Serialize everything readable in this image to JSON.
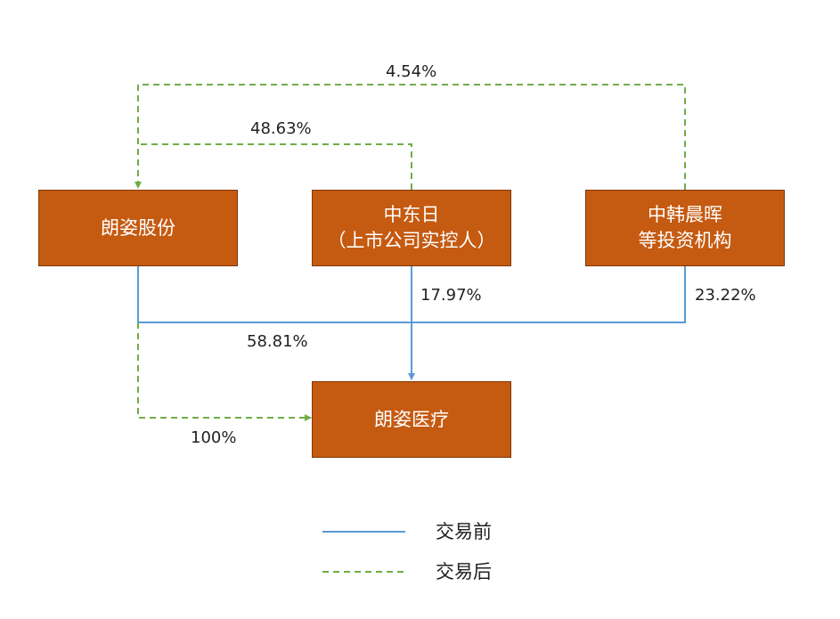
{
  "nodes": {
    "langzi_gufen": {
      "lines": [
        "朗姿股份"
      ]
    },
    "zhongdongri": {
      "lines": [
        "中东日",
        "（上市公司实控人）"
      ]
    },
    "zhonghan": {
      "lines": [
        "中韩晨晖",
        "等投资机构"
      ]
    },
    "langzi_yiliao": {
      "lines": [
        "朗姿医疗"
      ]
    }
  },
  "edges": {
    "zhonghan_to_gufen_after": {
      "label": "4.54%",
      "style": "after"
    },
    "zhongdongri_to_gufen_after": {
      "label": "48.63%",
      "style": "after"
    },
    "gufen_to_yiliao_before": {
      "label": "58.81%",
      "style": "before"
    },
    "zhongdongri_to_yiliao_before": {
      "label": "17.97%",
      "style": "before"
    },
    "zhonghan_to_yiliao_before": {
      "label": "23.22%",
      "style": "before"
    },
    "gufen_to_yiliao_after": {
      "label": "100%",
      "style": "after"
    }
  },
  "legend": {
    "before": {
      "label": "交易前"
    },
    "after": {
      "label": "交易后"
    }
  },
  "colors": {
    "node_fill": "#c55a11",
    "before_line": "#5b9bd5",
    "after_line": "#70ad47"
  }
}
